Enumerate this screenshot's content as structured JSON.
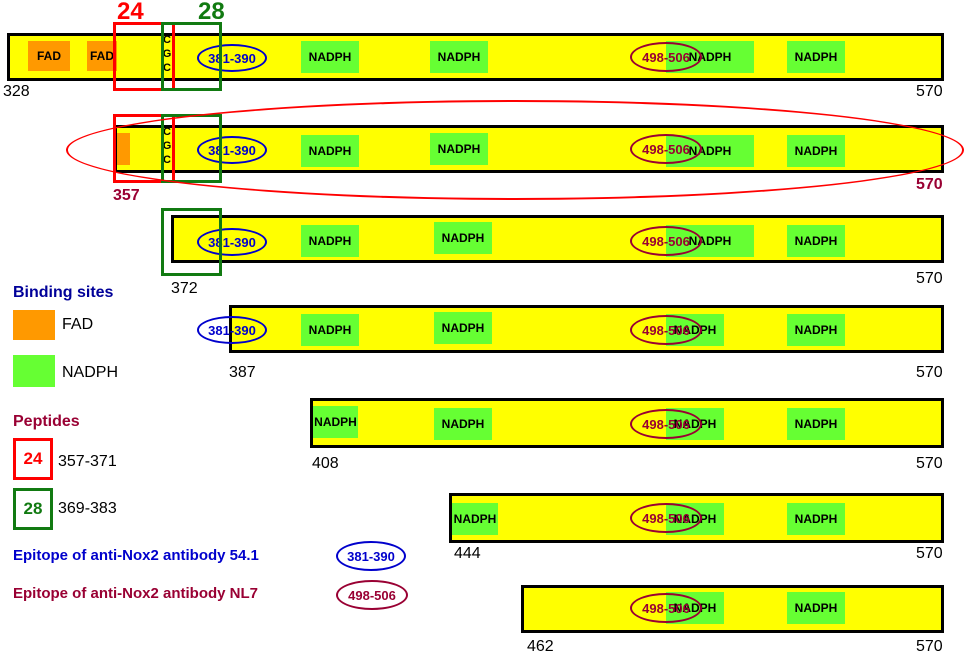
{
  "top_labels": {
    "p24": "24",
    "p28": "28"
  },
  "cgc": [
    "C",
    "G",
    "C"
  ],
  "fad_label": "FAD",
  "nadph_label": "NADPH",
  "epitope_blue": "381-390",
  "epitope_maroon": "498-506",
  "rows": [
    {
      "start": "328",
      "end": "570"
    },
    {
      "start": "357",
      "end": "570"
    },
    {
      "start": "372",
      "end": "570"
    },
    {
      "start": "387",
      "end": "570"
    },
    {
      "start": "408",
      "end": "570"
    },
    {
      "start": "444",
      "end": "570"
    },
    {
      "start": "462",
      "end": "570"
    }
  ],
  "legend": {
    "binding_title": "Binding sites",
    "fad": "FAD",
    "nadph": "NADPH",
    "peptides_title": "Peptides",
    "pep24_num": "24",
    "pep24_range": "357-371",
    "pep28_num": "28",
    "pep28_range": "369-383",
    "epitope1_text": "Epitope of anti-Nox2 antibody 54.1",
    "epitope1_badge": "381-390",
    "epitope2_text": "Epitope of anti-Nox2 antibody NL7",
    "epitope2_badge": "498-506"
  },
  "colors": {
    "bar": "#ffff00",
    "fad": "#ff9900",
    "nadph": "#66ff33",
    "peptide24": "#ff0000",
    "peptide28": "#117a11",
    "epitope_blue": "#0000cc",
    "epitope_maroon": "#990033",
    "legend_title": "#000099"
  }
}
